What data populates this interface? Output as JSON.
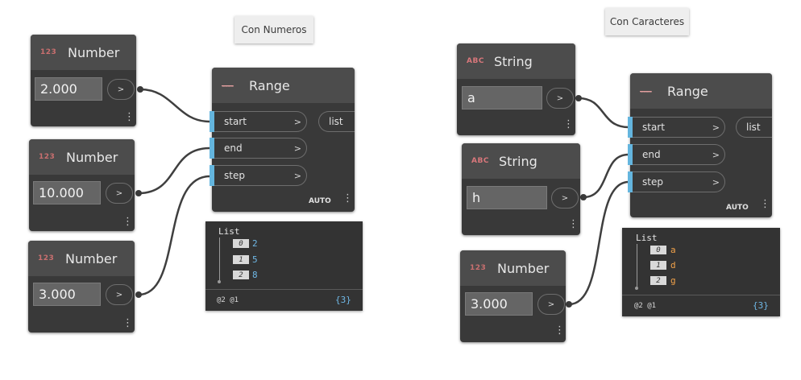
{
  "notes": {
    "left": "Con Numeros",
    "right": "Con Caracteres"
  },
  "icons": {
    "number": "123",
    "string": "ABC",
    "range": "----"
  },
  "left_group": {
    "number_nodes": [
      {
        "title": "Number",
        "value": "2.000"
      },
      {
        "title": "Number",
        "value": "10.000"
      },
      {
        "title": "Number",
        "value": "3.000"
      }
    ],
    "range_node": {
      "title": "Range",
      "inputs": [
        "start",
        "end",
        "step"
      ],
      "output": "list",
      "lacing": "AUTO"
    },
    "preview": {
      "title": "List",
      "items": [
        {
          "index": "0",
          "value": "2"
        },
        {
          "index": "1",
          "value": "5"
        },
        {
          "index": "2",
          "value": "8"
        }
      ],
      "levels": "@2 @1",
      "count": "{3}"
    }
  },
  "right_group": {
    "string_nodes": [
      {
        "title": "String",
        "value": "a"
      },
      {
        "title": "String",
        "value": "h"
      }
    ],
    "number_node": {
      "title": "Number",
      "value": "3.000"
    },
    "range_node": {
      "title": "Range",
      "inputs": [
        "start",
        "end",
        "step"
      ],
      "output": "list",
      "lacing": "AUTO"
    },
    "preview": {
      "title": "List",
      "items": [
        {
          "index": "0",
          "value": "a"
        },
        {
          "index": "1",
          "value": "d"
        },
        {
          "index": "2",
          "value": "g"
        }
      ],
      "levels": "@2 @1",
      "count": "{3}"
    }
  },
  "ui": {
    "output_arrow": ">",
    "menu_dots": "⋮"
  },
  "colors": {
    "node_body": "#393939",
    "node_header": "#4c4c4c",
    "port_bar": "#64b5de",
    "wire": "#3f3f3f",
    "preview_number": "#6fb8e6",
    "preview_string": "#f2a24a"
  }
}
